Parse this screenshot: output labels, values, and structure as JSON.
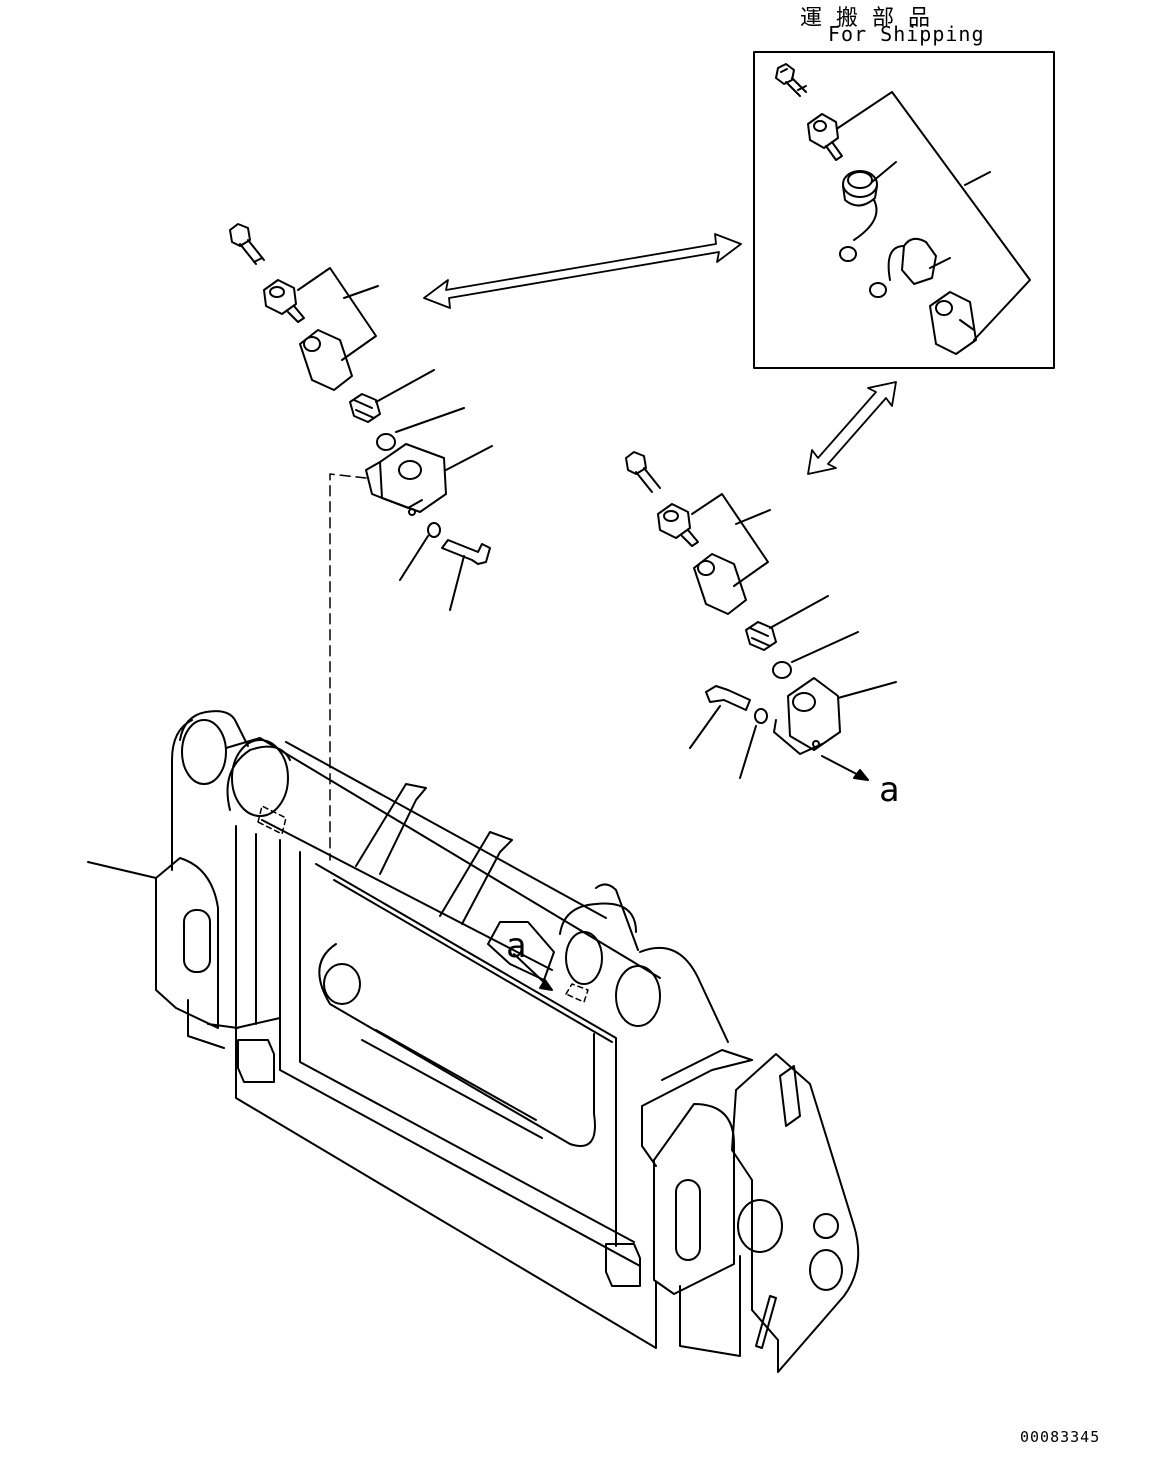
{
  "shipping_box": {
    "title_jp": "運搬部品",
    "title_en": "For Shipping"
  },
  "callouts": {
    "detail_a_right": "a",
    "detail_a_frame": "a"
  },
  "drawing_number": "00083345"
}
